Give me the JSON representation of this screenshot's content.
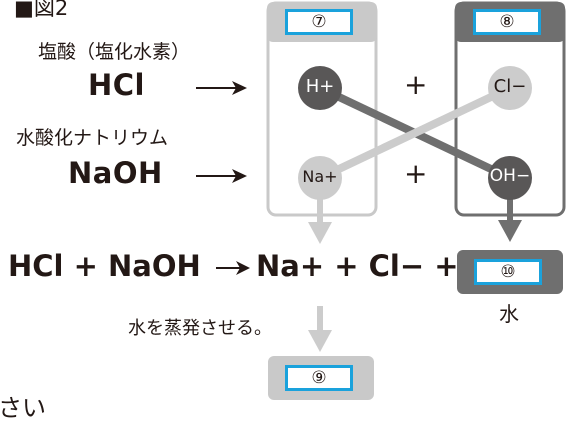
{
  "figure": {
    "title": "■図2"
  },
  "reactants": {
    "acid_label": "塩酸（塩化水素）",
    "acid_formula": "HCl",
    "base_label": "水酸化ナトリウム",
    "base_formula": "NaOH"
  },
  "ions": {
    "h": "H+",
    "cl": "Cl−",
    "na": "Na+",
    "oh": "OH−"
  },
  "operators": {
    "plus": "+"
  },
  "equation": {
    "left": "HCl + NaOH",
    "right": "Na+ + Cl− +"
  },
  "answer_blanks": [
    "⑦",
    "⑧",
    "⑨",
    "⑩"
  ],
  "water_label": "水",
  "evaporate_label": "水を蒸発させる。",
  "footer_fragment": "さい",
  "colors": {
    "dark_ion": "#595757",
    "light_ion": "#cccccc",
    "dark_frame": "#6f6f6f",
    "light_frame": "#c9c9c9",
    "blank_border": "#1aa2dc"
  }
}
